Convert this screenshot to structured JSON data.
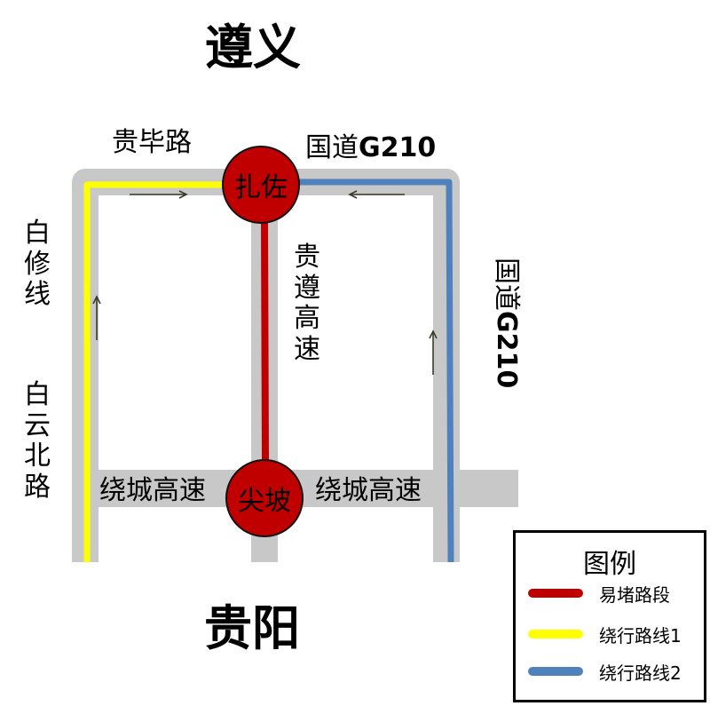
{
  "cities": {
    "north": "遵义",
    "south": "贵阳"
  },
  "nodes": {
    "top": "扎佐",
    "bottom": "尖坡"
  },
  "roads": {
    "bibi": "贵毕路",
    "g210_top": "国道",
    "g210_top_code": "G210",
    "baixiu": "白修线",
    "baiyun": "白云北路",
    "expressway": "贵遵高速",
    "ring_left": "绕城高速",
    "ring_right": "绕城高速",
    "g210_side": "国道",
    "g210_side_code": "G210"
  },
  "legend": {
    "title": "图例",
    "items": [
      {
        "label": "易堵路段",
        "color": "#c00000"
      },
      {
        "label": "绕行路线1",
        "color": "#ffff00"
      },
      {
        "label": "绕行路线2",
        "color": "#4f81bd"
      }
    ]
  },
  "colors": {
    "road": "#c8c8c8",
    "arrow": "#3a3a2a"
  }
}
